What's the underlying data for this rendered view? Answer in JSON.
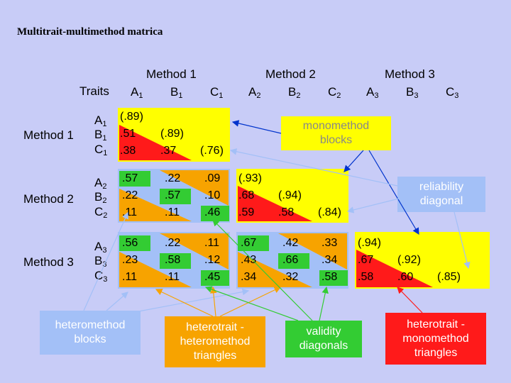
{
  "title": "Multitrait-multimethod matrica",
  "header": {
    "traits_label": "Traits",
    "methods": [
      "Method 1",
      "Method 2",
      "Method 3"
    ],
    "columns": [
      {
        "trait": "A",
        "sub": "1"
      },
      {
        "trait": "B",
        "sub": "1"
      },
      {
        "trait": "C",
        "sub": "1"
      },
      {
        "trait": "A",
        "sub": "2"
      },
      {
        "trait": "B",
        "sub": "2"
      },
      {
        "trait": "C",
        "sub": "2"
      },
      {
        "trait": "A",
        "sub": "3"
      },
      {
        "trait": "B",
        "sub": "3"
      },
      {
        "trait": "C",
        "sub": "3"
      }
    ]
  },
  "rows": {
    "method_labels": [
      "Method 1",
      "Method 2",
      "Method 3"
    ],
    "traits": [
      {
        "trait": "A",
        "sub": "1"
      },
      {
        "trait": "B",
        "sub": "1"
      },
      {
        "trait": "C",
        "sub": "1"
      },
      {
        "trait": "A",
        "sub": "2"
      },
      {
        "trait": "B",
        "sub": "2"
      },
      {
        "trait": "C",
        "sub": "2"
      },
      {
        "trait": "A",
        "sub": "3"
      },
      {
        "trait": "B",
        "sub": "3"
      },
      {
        "trait": "C",
        "sub": "3"
      }
    ]
  },
  "matrix": {
    "m1_m1": [
      [
        " (.89)",
        "",
        ""
      ],
      [
        ".51",
        "(.89)",
        ""
      ],
      [
        ".38",
        ".37",
        "(.76)"
      ]
    ],
    "m2_m1": [
      [
        ".57",
        ".22",
        ".09"
      ],
      [
        ".22",
        ".57",
        ".10"
      ],
      [
        ".11",
        ".11",
        ".46"
      ]
    ],
    "m2_m2": [
      [
        "(.93)",
        "",
        ""
      ],
      [
        ".68",
        "(.94)",
        ""
      ],
      [
        ".59",
        ".58",
        "(.84)"
      ]
    ],
    "m3_m1": [
      [
        ".56",
        ".22",
        ".11"
      ],
      [
        ".23",
        ".58",
        ".12"
      ],
      [
        ".11",
        ".11",
        ".45"
      ]
    ],
    "m3_m2": [
      [
        ".67",
        ".42",
        ".33"
      ],
      [
        ".43",
        ".66",
        ".34"
      ],
      [
        ".34",
        ".32",
        ".58"
      ]
    ],
    "m3_m3": [
      [
        "(.94)",
        "",
        ""
      ],
      [
        ".67",
        "(.92)",
        ""
      ],
      [
        ".58",
        ".60",
        "(.85)"
      ]
    ]
  },
  "callouts": {
    "monomethod": "monomethod\nblocks",
    "reliability": "reliability\ndiagonal",
    "heteromethod": "heteromethod\nblocks",
    "hetero_hetero": "heterotrait -\nheteromethod\ntriangles",
    "validity": "validity\ndiagonals",
    "hetero_mono": "heterotrait -\nmonomethod\ntriangles"
  },
  "colors": {
    "background": "#c8ccf7",
    "monomethod_block": "#ffff00",
    "heteromethod_block": "#a3c0f7",
    "hetero_hetero": "#f7a300",
    "validity": "#33cc33",
    "hetero_mono": "#ff1a1a",
    "reliability_arrow": "#a3c0f7",
    "monomethod_arrow": "#0033cc"
  }
}
